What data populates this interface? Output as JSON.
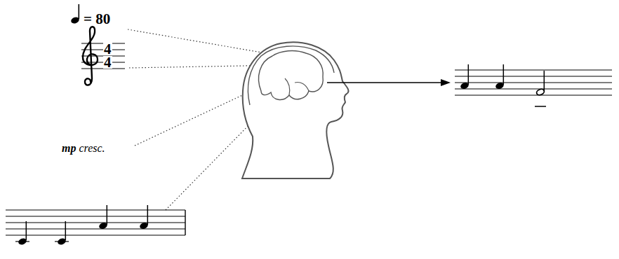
{
  "diagram": {
    "labels": [
      "= 80",
      "4",
      "4",
      "mp",
      "cresc."
    ]
  }
}
